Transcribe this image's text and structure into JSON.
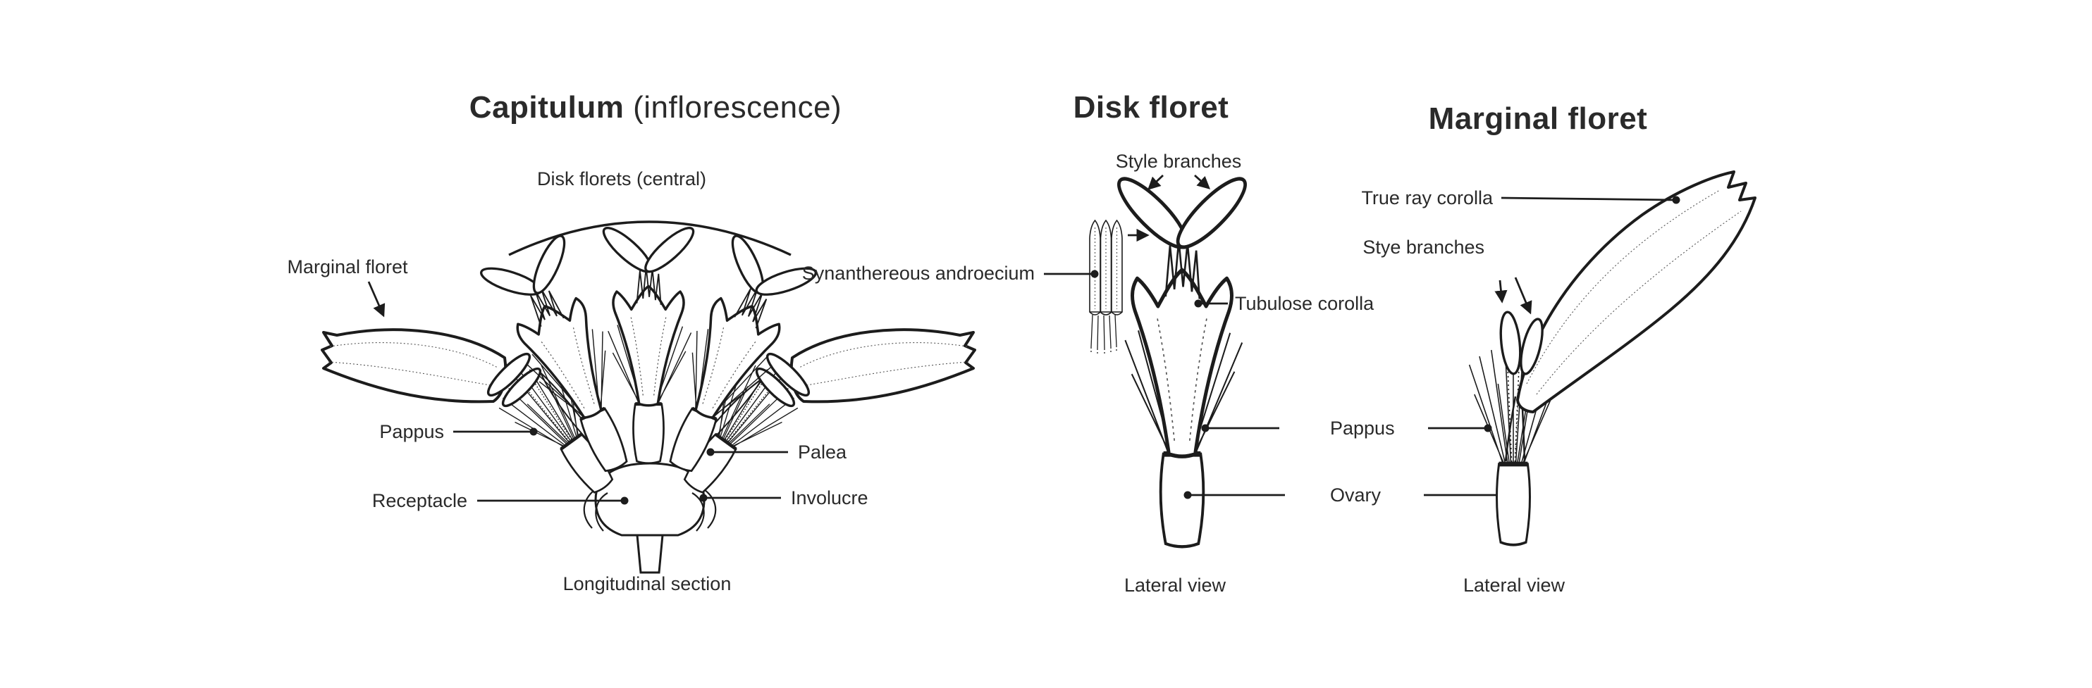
{
  "colors": {
    "ink": "#1c1c1c",
    "background": "#ffffff",
    "text": "#2a2a2a"
  },
  "panels": {
    "capitulum": {
      "title": "Capitulum",
      "title_suffix": " (inflorescence)",
      "labels": {
        "disk_florets": "Disk florets (central)",
        "marginal_floret": "Marginal floret",
        "pappus": "Pappus",
        "receptacle": "Receptacle",
        "palea": "Palea",
        "involucre": "Involucre"
      },
      "caption": "Longitudinal section"
    },
    "disk_floret": {
      "title": "Disk floret",
      "labels": {
        "style_branches": "Style branches",
        "synanthereous_androecium": "Synanthereous androecium",
        "tubulose_corolla": "Tubulose corolla"
      },
      "caption": "Lateral view"
    },
    "shared_labels": {
      "pappus": "Pappus",
      "ovary": "Ovary"
    },
    "marginal_floret": {
      "title": "Marginal floret",
      "labels": {
        "true_ray_corolla": "True ray corolla",
        "stye_branches": "Stye branches"
      },
      "caption": "Lateral view"
    }
  }
}
